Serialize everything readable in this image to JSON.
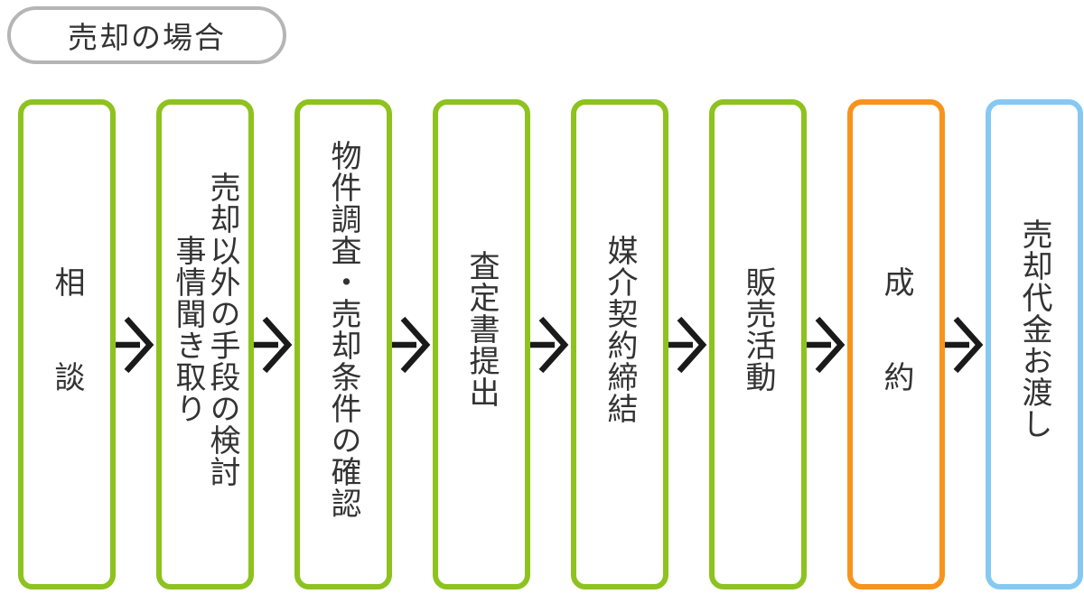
{
  "title": {
    "label": "売却の場合",
    "border_color": "#b5b5b5"
  },
  "colors": {
    "text": "#333333",
    "background": "#ffffff",
    "step_green": "#8dc21f",
    "step_orange": "#f7941d",
    "step_blue": "#85c9f2",
    "arrow": "#1a1a1a",
    "title_border": "#b5b5b5"
  },
  "flow": {
    "arrow_color": "#1a1a1a",
    "steps": [
      {
        "label": "相　　談",
        "color": "#8dc21f"
      },
      {
        "label": "売却以外の手段の検討\n事情聞き取り",
        "color": "#8dc21f"
      },
      {
        "label": "物件調査・売却条件の確認",
        "color": "#8dc21f"
      },
      {
        "label": "査定書提出",
        "color": "#8dc21f"
      },
      {
        "label": "媒介契約締結",
        "color": "#8dc21f"
      },
      {
        "label": "販売活動",
        "color": "#8dc21f"
      },
      {
        "label": "成　　約",
        "color": "#f7941d"
      },
      {
        "label": "売却代金お渡し",
        "color": "#85c9f2"
      }
    ]
  }
}
